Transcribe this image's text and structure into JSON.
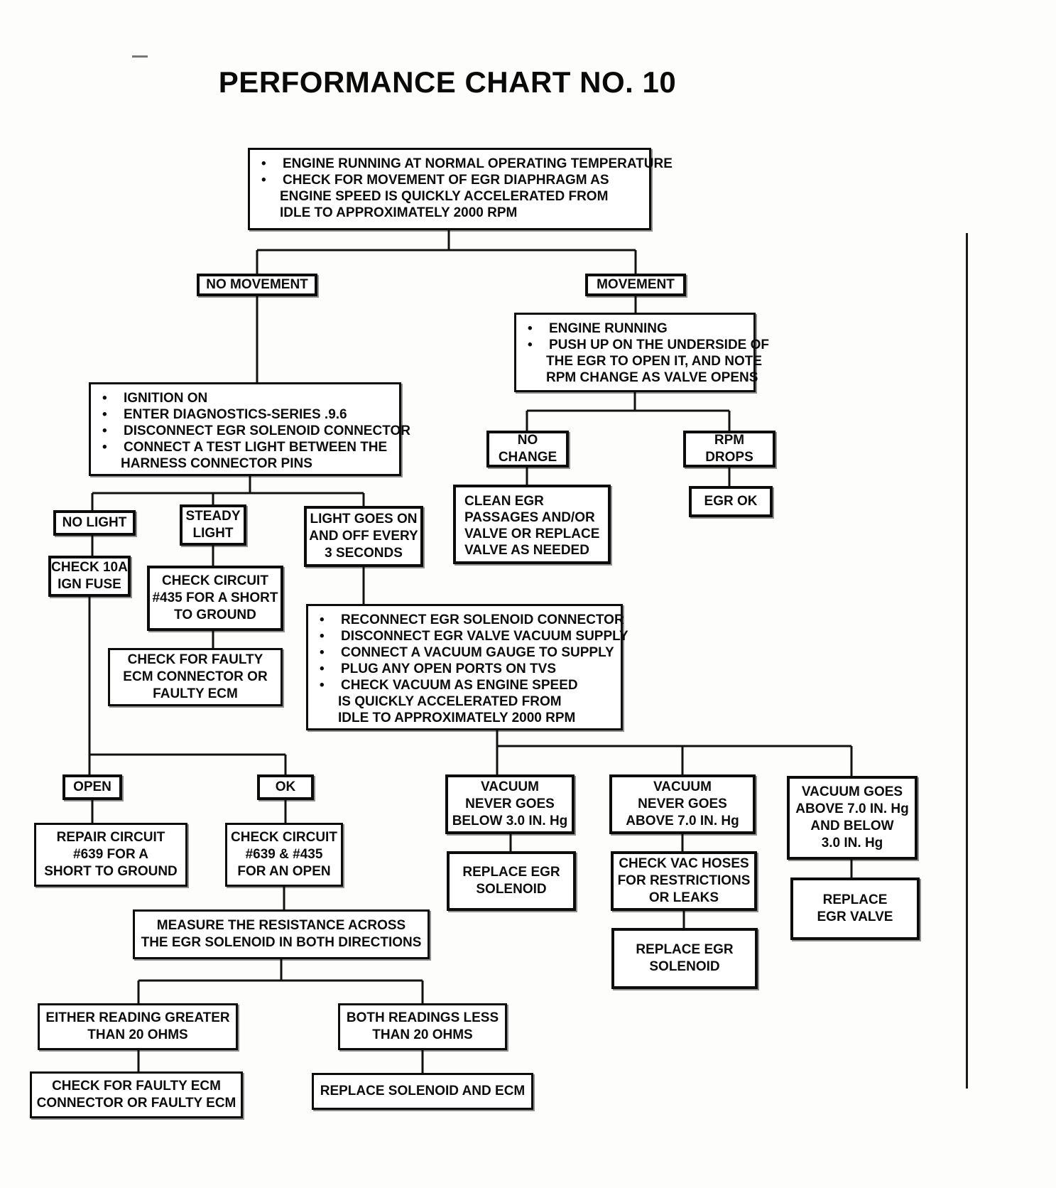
{
  "title": "PERFORMANCE CHART NO. 10",
  "bullet_char": "•",
  "nodes": {
    "start": {
      "lines": [
        {
          "t": "ENGINE RUNNING AT NORMAL OPERATING TEMPERATURE",
          "bullet": true
        },
        {
          "t": "CHECK FOR MOVEMENT OF EGR DIAPHRAGM AS",
          "bullet": true
        },
        {
          "t": "ENGINE SPEED IS QUICKLY ACCELERATED FROM",
          "indent": true
        },
        {
          "t": "IDLE TO APPROXIMATELY 2000 RPM",
          "indent": true
        }
      ]
    },
    "no_movement": {
      "lines": [
        {
          "t": "NO MOVEMENT"
        }
      ]
    },
    "movement": {
      "lines": [
        {
          "t": "MOVEMENT"
        }
      ]
    },
    "engine_running": {
      "lines": [
        {
          "t": "ENGINE RUNNING",
          "bullet": true
        },
        {
          "t": "PUSH UP ON THE UNDERSIDE OF",
          "bullet": true
        },
        {
          "t": "THE EGR TO OPEN IT, AND NOTE",
          "indent": true
        },
        {
          "t": "RPM CHANGE AS VALVE OPENS",
          "indent": true
        }
      ]
    },
    "no_change": {
      "lines": [
        {
          "t": "NO"
        },
        {
          "t": "CHANGE"
        }
      ]
    },
    "rpm_drops": {
      "lines": [
        {
          "t": "RPM"
        },
        {
          "t": "DROPS"
        }
      ]
    },
    "clean_egr": {
      "lines": [
        {
          "t": "CLEAN EGR"
        },
        {
          "t": "PASSAGES AND/OR"
        },
        {
          "t": "VALVE OR REPLACE"
        },
        {
          "t": "VALVE AS NEEDED"
        }
      ]
    },
    "egr_ok": {
      "lines": [
        {
          "t": "EGR OK"
        }
      ]
    },
    "ignition": {
      "lines": [
        {
          "t": "IGNITION ON",
          "bullet": true
        },
        {
          "t": "ENTER DIAGNOSTICS-SERIES .9.6",
          "bullet": true
        },
        {
          "t": "DISCONNECT EGR SOLENOID CONNECTOR",
          "bullet": true
        },
        {
          "t": "CONNECT A TEST LIGHT BETWEEN THE",
          "bullet": true
        },
        {
          "t": "HARNESS CONNECTOR PINS",
          "indent": true
        }
      ]
    },
    "no_light": {
      "lines": [
        {
          "t": "NO LIGHT"
        }
      ]
    },
    "steady_light": {
      "lines": [
        {
          "t": "STEADY"
        },
        {
          "t": "LIGHT"
        }
      ]
    },
    "light_goes": {
      "lines": [
        {
          "t": "LIGHT GOES ON"
        },
        {
          "t": "AND OFF EVERY"
        },
        {
          "t": "3 SECONDS"
        }
      ]
    },
    "check_fuse": {
      "lines": [
        {
          "t": "CHECK 10A"
        },
        {
          "t": "IGN FUSE"
        }
      ]
    },
    "check_435": {
      "lines": [
        {
          "t": "CHECK CIRCUIT"
        },
        {
          "t": "#435 FOR A SHORT"
        },
        {
          "t": "TO GROUND"
        }
      ]
    },
    "faulty_ecm_1": {
      "lines": [
        {
          "t": "CHECK FOR FAULTY"
        },
        {
          "t": "ECM CONNECTOR OR"
        },
        {
          "t": "FAULTY ECM"
        }
      ]
    },
    "reconnect": {
      "lines": [
        {
          "t": "RECONNECT EGR SOLENOID CONNECTOR",
          "bullet": true
        },
        {
          "t": "DISCONNECT EGR VALVE VACUUM SUPPLY",
          "bullet": true
        },
        {
          "t": "CONNECT A VACUUM GAUGE TO SUPPLY",
          "bullet": true
        },
        {
          "t": "PLUG ANY OPEN PORTS ON TVS",
          "bullet": true
        },
        {
          "t": "CHECK VACUUM AS ENGINE SPEED",
          "bullet": true
        },
        {
          "t": "IS QUICKLY ACCELERATED FROM",
          "indent": true
        },
        {
          "t": "IDLE TO APPROXIMATELY 2000 RPM",
          "indent": true
        }
      ]
    },
    "open": {
      "lines": [
        {
          "t": "OPEN"
        }
      ]
    },
    "ok": {
      "lines": [
        {
          "t": "OK"
        }
      ]
    },
    "repair_639": {
      "lines": [
        {
          "t": "REPAIR CIRCUIT"
        },
        {
          "t": "#639 FOR A"
        },
        {
          "t": "SHORT TO GROUND"
        }
      ]
    },
    "check_639": {
      "lines": [
        {
          "t": "CHECK CIRCUIT"
        },
        {
          "t": "#639 & #435"
        },
        {
          "t": "FOR AN OPEN"
        }
      ]
    },
    "measure": {
      "lines": [
        {
          "t": "MEASURE THE RESISTANCE ACROSS"
        },
        {
          "t": "THE EGR SOLENOID IN BOTH DIRECTIONS"
        }
      ]
    },
    "either_reading": {
      "lines": [
        {
          "t": "EITHER READING GREATER"
        },
        {
          "t": "THAN 20 OHMS"
        }
      ]
    },
    "both_readings": {
      "lines": [
        {
          "t": "BOTH READINGS LESS"
        },
        {
          "t": "THAN 20 OHMS"
        }
      ]
    },
    "faulty_ecm_2": {
      "lines": [
        {
          "t": "CHECK FOR FAULTY ECM"
        },
        {
          "t": "CONNECTOR OR FAULTY ECM"
        }
      ]
    },
    "replace_sol_ecm": {
      "lines": [
        {
          "t": "REPLACE SOLENOID AND ECM"
        }
      ]
    },
    "vac_below": {
      "lines": [
        {
          "t": "VACUUM"
        },
        {
          "t": "NEVER GOES"
        },
        {
          "t": "BELOW 3.0 IN. Hg"
        }
      ]
    },
    "vac_above": {
      "lines": [
        {
          "t": "VACUUM"
        },
        {
          "t": "NEVER GOES"
        },
        {
          "t": "ABOVE 7.0 IN. Hg"
        }
      ]
    },
    "vac_both": {
      "lines": [
        {
          "t": "VACUUM GOES"
        },
        {
          "t": "ABOVE 7.0 IN. Hg"
        },
        {
          "t": "AND BELOW"
        },
        {
          "t": "3.0 IN. Hg"
        }
      ]
    },
    "replace_egr_sol_1": {
      "lines": [
        {
          "t": "REPLACE EGR"
        },
        {
          "t": "SOLENOID"
        }
      ]
    },
    "check_vac_hoses": {
      "lines": [
        {
          "t": "CHECK VAC HOSES"
        },
        {
          "t": "FOR RESTRICTIONS"
        },
        {
          "t": "OR LEAKS"
        }
      ]
    },
    "replace_egr_valve": {
      "lines": [
        {
          "t": "REPLACE"
        },
        {
          "t": "EGR VALVE"
        }
      ]
    },
    "replace_egr_sol_2": {
      "lines": [
        {
          "t": "REPLACE EGR"
        },
        {
          "t": "SOLENOID"
        }
      ]
    }
  },
  "edges": [
    {
      "from": "start",
      "to": "no_movement"
    },
    {
      "from": "start",
      "to": "movement"
    },
    {
      "from": "movement",
      "to": "engine_running"
    },
    {
      "from": "engine_running",
      "to": "no_change"
    },
    {
      "from": "engine_running",
      "to": "rpm_drops"
    },
    {
      "from": "no_change",
      "to": "clean_egr"
    },
    {
      "from": "rpm_drops",
      "to": "egr_ok"
    },
    {
      "from": "no_movement",
      "to": "ignition"
    },
    {
      "from": "ignition",
      "to": "no_light"
    },
    {
      "from": "ignition",
      "to": "steady_light"
    },
    {
      "from": "ignition",
      "to": "light_goes"
    },
    {
      "from": "no_light",
      "to": "check_fuse"
    },
    {
      "from": "steady_light",
      "to": "check_435"
    },
    {
      "from": "check_435",
      "to": "faulty_ecm_1"
    },
    {
      "from": "light_goes",
      "to": "reconnect"
    },
    {
      "from": "check_fuse",
      "to": "open"
    },
    {
      "from": "check_fuse",
      "to": "ok"
    },
    {
      "from": "open",
      "to": "repair_639"
    },
    {
      "from": "ok",
      "to": "check_639"
    },
    {
      "from": "check_639",
      "to": "measure"
    },
    {
      "from": "measure",
      "to": "either_reading"
    },
    {
      "from": "measure",
      "to": "both_readings"
    },
    {
      "from": "either_reading",
      "to": "faulty_ecm_2"
    },
    {
      "from": "both_readings",
      "to": "replace_sol_ecm"
    },
    {
      "from": "reconnect",
      "to": "vac_below"
    },
    {
      "from": "reconnect",
      "to": "vac_above"
    },
    {
      "from": "reconnect",
      "to": "vac_both"
    },
    {
      "from": "vac_below",
      "to": "replace_egr_sol_1"
    },
    {
      "from": "vac_above",
      "to": "check_vac_hoses"
    },
    {
      "from": "check_vac_hoses",
      "to": "replace_egr_sol_2"
    },
    {
      "from": "vac_both",
      "to": "replace_egr_valve"
    }
  ],
  "colors": {
    "ink": "#0d0d0d",
    "paper": "#fdfdfc"
  }
}
